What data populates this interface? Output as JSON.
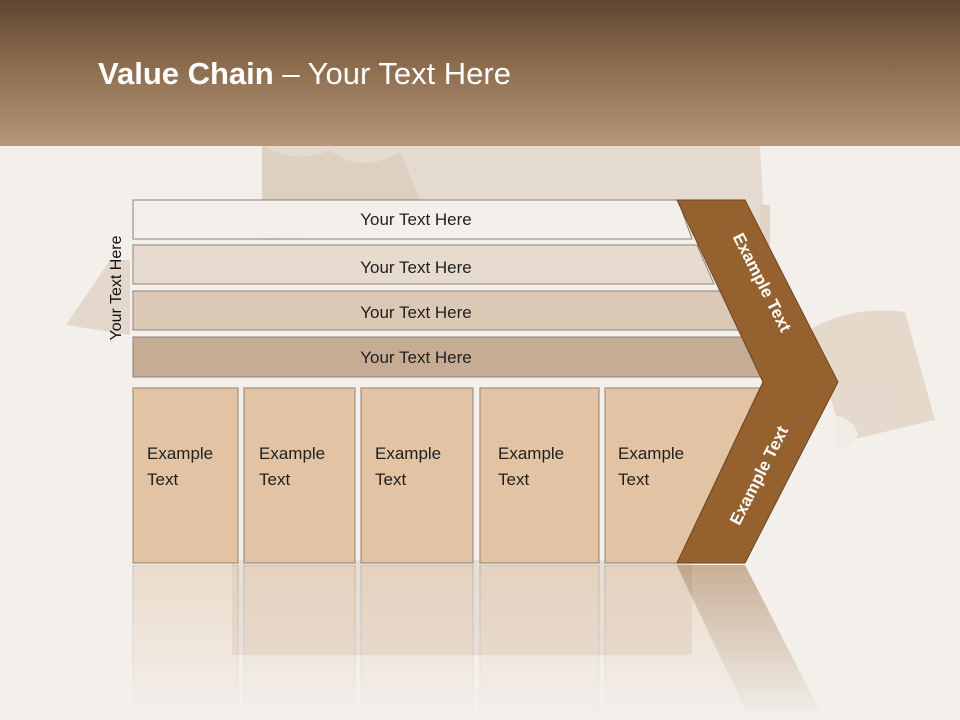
{
  "slide": {
    "title_bold": "Value Chain",
    "title_rest": " – Your Text Here",
    "vertical_label": "Your Text Here"
  },
  "support_bars": [
    {
      "label": "Your Text Here",
      "color": "#f3efea"
    },
    {
      "label": "Your Text Here",
      "color": "#e7dbd0"
    },
    {
      "label": "Your Text Here",
      "color": "#dbc9b6"
    },
    {
      "label": "Your Text Here",
      "color": "#c6ac92"
    }
  ],
  "primary_boxes": [
    {
      "line1": "Example",
      "line2": "Text"
    },
    {
      "line1": "Example",
      "line2": "Text"
    },
    {
      "line1": "Example",
      "line2": "Text"
    },
    {
      "line1": "Example",
      "line2": "Text"
    },
    {
      "line1": "Example",
      "line2": "Text"
    }
  ],
  "margin_chevron": {
    "top_label": "Example Text",
    "bottom_label": "Example Text",
    "color": "#95612f"
  },
  "colors": {
    "header_dark": "#5e4630",
    "header_light": "#b3977a",
    "box_fill": "#e2c4a4",
    "background": "#f3f0ec"
  }
}
